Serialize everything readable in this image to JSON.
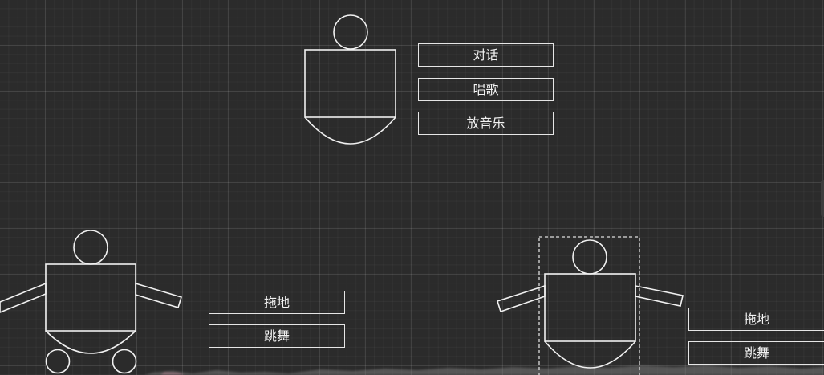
{
  "theme": {
    "background": "#2b2b2b",
    "stroke": "#f0f0f0",
    "selection_stroke": "#e0e0e0"
  },
  "top_robot": {
    "menu": {
      "talk": "对话",
      "sing": "唱歌",
      "play_music": "放音乐"
    }
  },
  "bottom_left_robot": {
    "menu": {
      "mop": "拖地",
      "dance": "跳舞"
    }
  },
  "bottom_right_robot": {
    "selected": true,
    "menu": {
      "mop": "拖地",
      "dance": "跳舞"
    }
  }
}
